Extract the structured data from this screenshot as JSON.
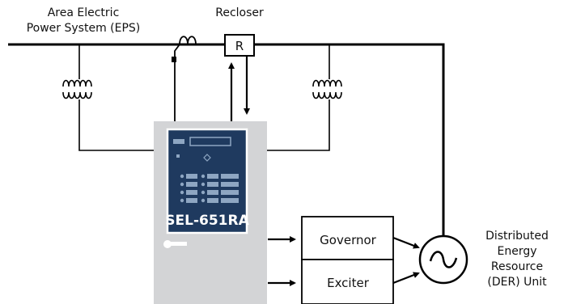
{
  "labels": {
    "area_eps_line1": "Area Electric",
    "area_eps_line2": "Power System (EPS)",
    "recloser": "Recloser",
    "recloser_symbol": "R",
    "relay_model": "SEL-651RA",
    "governor": "Governor",
    "exciter": "Exciter",
    "der_line1": "Distributed",
    "der_line2": "Energy",
    "der_line3": "Resource",
    "der_line4": "(DER) Unit"
  },
  "colors": {
    "line": "#000000",
    "relay_cabinet": "#d3d4d6",
    "relay_panel": "#1f3a5f",
    "relay_panel_border": "#ffffff",
    "button_fill": "#8ea6c2"
  },
  "icons": {
    "current_transformer": "ct-coil-icon",
    "voltage_transformer": "vt-transformer-icon",
    "generator": "ac-generator-icon"
  }
}
